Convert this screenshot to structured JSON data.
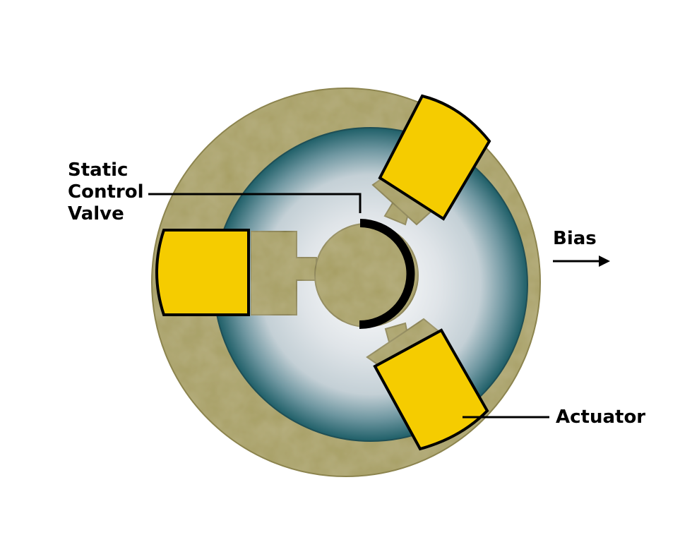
{
  "labels": {
    "static_control_valve": [
      "Static",
      "Control",
      "Valve"
    ],
    "bias": "Bias",
    "actuator": "Actuator"
  },
  "colors": {
    "housing": "#a69e62",
    "housing_shadow": "#8c844e",
    "chamber_edge": "#1f5f68",
    "chamber_center": "#ffffff",
    "actuator": "#f5cc00",
    "valve": "#000000",
    "lines": "#000000"
  }
}
